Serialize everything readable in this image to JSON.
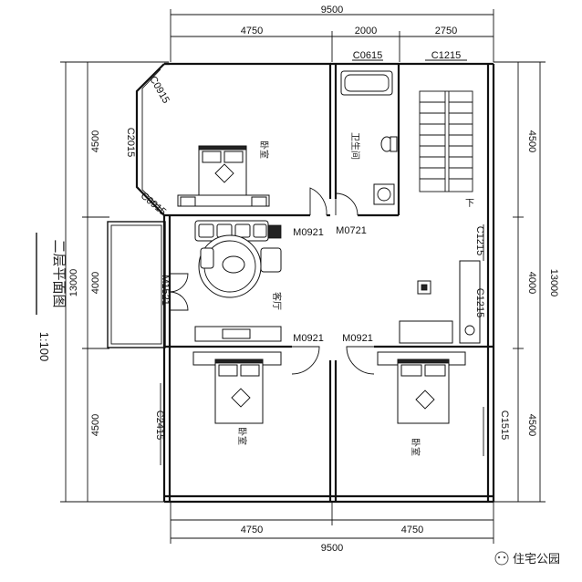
{
  "plan": {
    "title": "二层平面图",
    "scale": "1:100",
    "dims_top": {
      "total": "9500",
      "seg1": "4750",
      "seg2": "2000",
      "seg3": "2750"
    },
    "dims_bottom": {
      "total": "9500",
      "seg1": "4750",
      "seg2": "4750"
    },
    "dims_left": {
      "total": "13000",
      "seg1": "4500",
      "seg2": "4000",
      "seg3": "4500"
    },
    "dims_right": {
      "total": "13000",
      "seg1": "4500",
      "seg2": "4000",
      "seg3": "4500"
    },
    "openings": {
      "c0615": "C0615",
      "c1215_top": "C1215",
      "c0915_a": "C0915",
      "c2015": "C2015",
      "c0915_b": "C0915",
      "m0921_a": "M0921",
      "m0721": "M0721",
      "c1215_right": "C1215",
      "m1521": "M1521",
      "c1215_right2": "C1215",
      "m0921_b": "M0921",
      "m0921_c": "M0921",
      "c2415": "C2415",
      "c1515": "C1515"
    },
    "rooms": {
      "bedroom_top": "卧室",
      "bathroom": "卫生间",
      "living": "客厅",
      "bedroom_left": "卧室",
      "bedroom_right": "卧室"
    },
    "watermark": "住宅公园"
  }
}
